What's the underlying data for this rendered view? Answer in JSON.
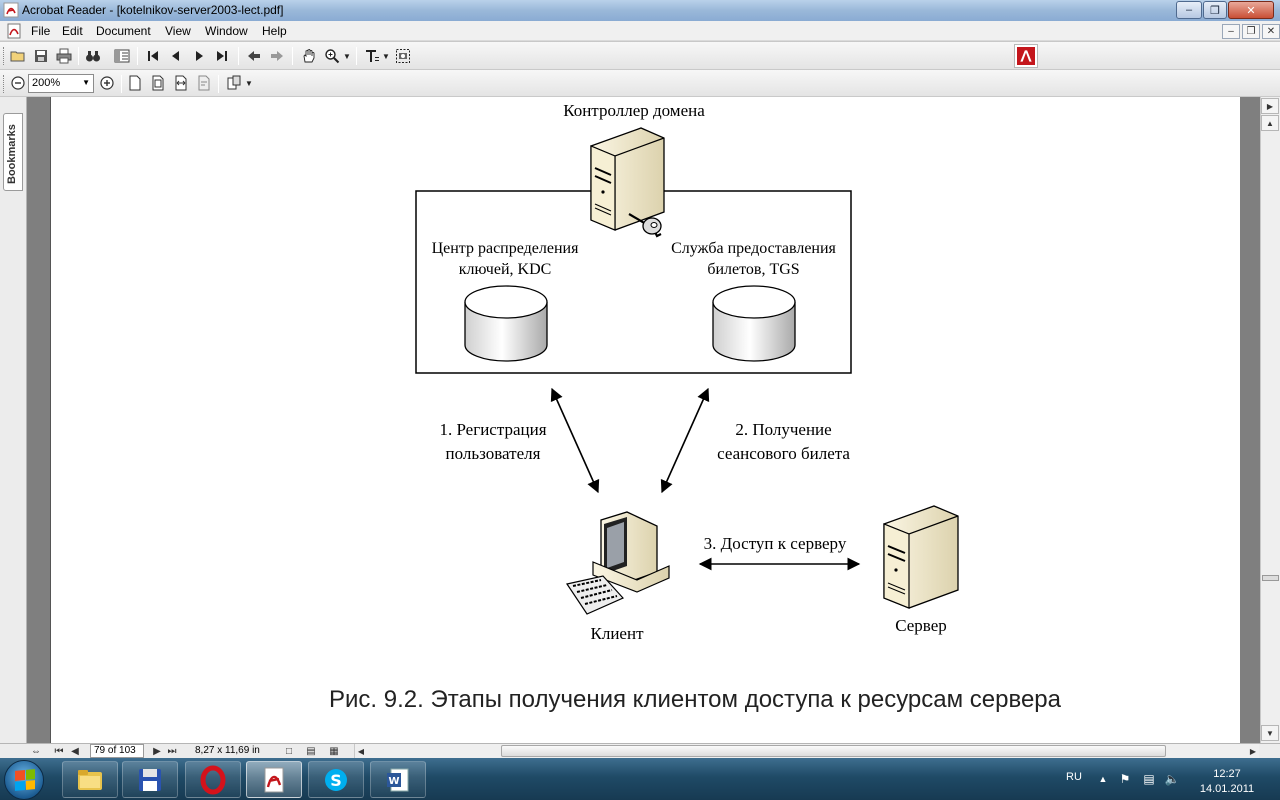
{
  "window": {
    "title": "Acrobat Reader - [kotelnikov-server2003-lect.pdf]"
  },
  "menu": {
    "items": [
      "File",
      "Edit",
      "Document",
      "View",
      "Window",
      "Help"
    ]
  },
  "toolbar": {
    "zoom": "200%"
  },
  "side_panel": {
    "bookmarks_tab": "Bookmarks"
  },
  "diagram": {
    "domain_controller": "Контроллер домена",
    "kdc_line1": "Центр распределения",
    "kdc_line2": "ключей, KDC",
    "tgs_line1": "Служба предоставления",
    "tgs_line2": "билетов, TGS",
    "step1_line1": "1. Регистрация",
    "step1_line2": "пользователя",
    "step2_line1": "2. Получение",
    "step2_line2": "сеансового билета",
    "step3": "3. Доступ к серверу",
    "client": "Клиент",
    "server": "Сервер",
    "caption": "Рис. 9.2. Этапы получения клиентом доступа к ресурсам сервера"
  },
  "statusbar": {
    "page": "79 of 103",
    "page_size": "8,27 x 11,69 in"
  },
  "taskbar": {
    "language": "RU",
    "time": "12:27",
    "date": "14.01.2011"
  },
  "colors": {
    "titlebar": "#9ab8d9",
    "taskbar": "#1f4a66",
    "document_bg": "#7f7f7f",
    "acrobat_red": "#c4161c"
  }
}
